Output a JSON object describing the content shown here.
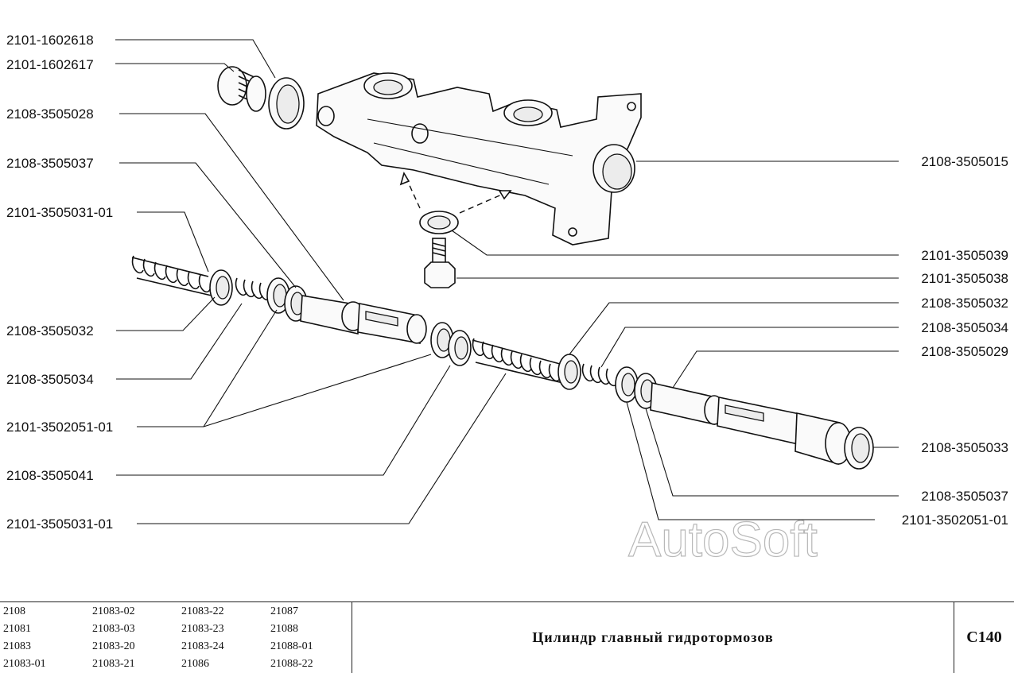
{
  "labels_left": [
    "2101-1602618",
    "2101-1602617",
    "2108-3505028",
    "2108-3505037",
    "2101-3505031-01",
    "2108-3505032",
    "2108-3505034",
    "2101-3502051-01",
    "2108-3505041",
    "2101-3505031-01"
  ],
  "labels_right": [
    "2108-3505015",
    "2101-3505039",
    "2101-3505038",
    "2108-3505032",
    "2108-3505034",
    "2108-3505029",
    "2108-3505033",
    "2108-3505037",
    "2101-3502051-01"
  ],
  "watermark": "AutoSoft",
  "footer": {
    "models": [
      [
        "2108",
        "21081",
        "21083",
        "21083-01"
      ],
      [
        "21083-02",
        "21083-03",
        "21083-20",
        "21083-21"
      ],
      [
        "21083-22",
        "21083-23",
        "21083-24",
        "21086"
      ],
      [
        "21087",
        "21088",
        "21088-01",
        "21088-22"
      ]
    ],
    "title": "Цилиндр главный гидротормозов",
    "code": "C140"
  }
}
